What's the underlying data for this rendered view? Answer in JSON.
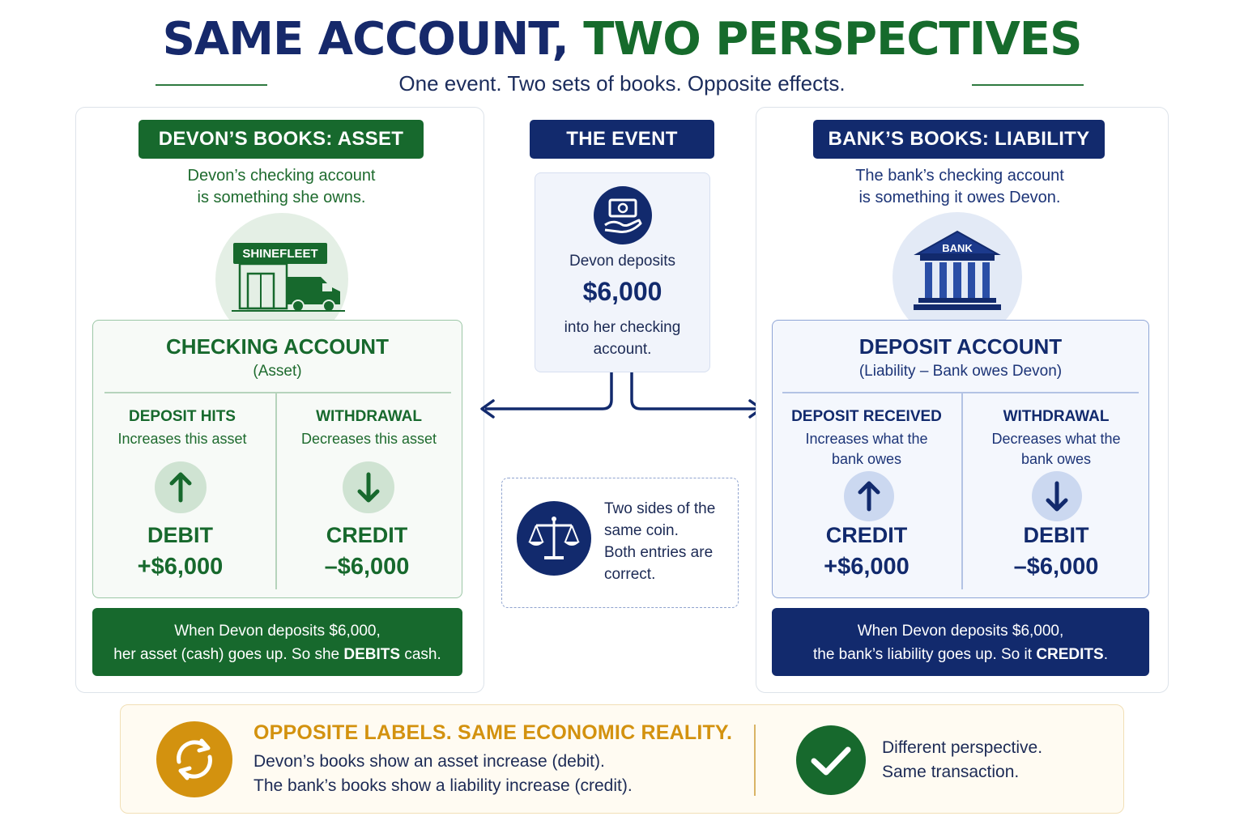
{
  "title": {
    "part1": "SAME ACCOUNT,",
    "part2": "TWO PERSPECTIVES"
  },
  "subtitle": "One event. Two sets of books. Opposite effects.",
  "colors": {
    "green": "#17692d",
    "navy": "#122a6d",
    "gold": "#d3920f"
  },
  "left": {
    "header": "DEVON’S BOOKS: ASSET",
    "description_line1": "Devon’s checking account",
    "description_line2": "is something she owns.",
    "illustration": {
      "icon": "storefront-delivery-van-icon",
      "sign": "SHINEFLEET"
    },
    "account": {
      "title": "CHECKING ACCOUNT",
      "subtitle": "(Asset)",
      "columns": [
        {
          "head": "DEPOSIT HITS",
          "desc_line1": "Increases this asset",
          "desc_line2": "",
          "icon": "arrow-up-icon",
          "entry": "DEBIT",
          "amount": "+$6,000"
        },
        {
          "head": "WITHDRAWAL",
          "desc_line1": "Decreases this asset",
          "desc_line2": "",
          "icon": "arrow-down-icon",
          "entry": "CREDIT",
          "amount": "–$6,000"
        }
      ]
    },
    "banner": {
      "line1": "When Devon deposits $6,000,",
      "line2_pre": "her asset (cash) goes up. So she ",
      "line2_bold": "DEBITS",
      "line2_post": " cash."
    }
  },
  "center": {
    "header": "THE EVENT",
    "icon": "cash-in-hand-icon",
    "line1": "Devon deposits",
    "amount": "$6,000",
    "line2": "into her checking",
    "line3": "account.",
    "note": {
      "icon": "balance-scale-icon",
      "line1": "Two sides of the",
      "line2": "same coin.",
      "line3": "Both entries are",
      "line4": "correct."
    }
  },
  "right": {
    "header": "BANK’S BOOKS: LIABILITY",
    "description_line1": "The bank’s checking account",
    "description_line2": "is something it owes Devon.",
    "illustration": {
      "icon": "bank-building-icon",
      "sign": "BANK"
    },
    "account": {
      "title": "DEPOSIT ACCOUNT",
      "subtitle": "(Liability – Bank owes Devon)",
      "columns": [
        {
          "head": "DEPOSIT RECEIVED",
          "desc_line1": "Increases what the",
          "desc_line2": "bank owes",
          "icon": "arrow-up-icon",
          "entry": "CREDIT",
          "amount": "+$6,000"
        },
        {
          "head": "WITHDRAWAL",
          "desc_line1": "Decreases what the",
          "desc_line2": "bank owes",
          "icon": "arrow-down-icon",
          "entry": "DEBIT",
          "amount": "–$6,000"
        }
      ]
    },
    "banner": {
      "line1": "When Devon deposits $6,000,",
      "line2_pre": "the bank’s liability goes up. So it ",
      "line2_bold": "CREDITS",
      "line2_post": "."
    }
  },
  "bottom": {
    "icon": "refresh-cycle-icon",
    "heading": "OPPOSITE LABELS. SAME ECONOMIC REALITY.",
    "line1": "Devon’s books show an asset increase (debit).",
    "line2": "The bank’s books show a liability increase (credit).",
    "check_icon": "checkmark-icon",
    "right_line1": "Different perspective.",
    "right_line2": "Same transaction."
  }
}
